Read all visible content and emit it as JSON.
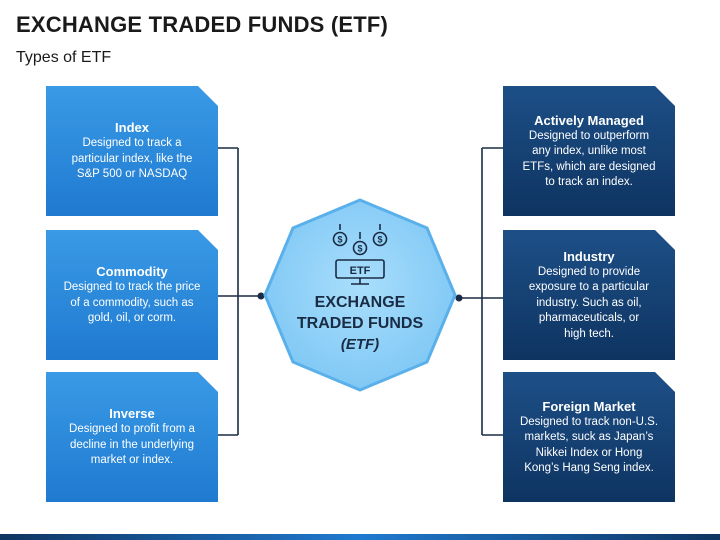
{
  "title": "EXCHANGE TRADED FUNDS (ETF)",
  "subtitle": "Types of ETF",
  "center": {
    "icon_label": "ETF",
    "line1": "EXCHANGE",
    "line2": "TRADED FUNDS",
    "line3": "(ETF)",
    "icon": "money-monitor-icon"
  },
  "left_cards": [
    {
      "title": "Index",
      "desc": [
        "Designed to track a",
        "particular index, like the",
        "S&P 500 or NASDAQ"
      ]
    },
    {
      "title": "Commodity",
      "desc": [
        "Designed to track the price",
        "of a commodity, such as",
        "gold, oil, or corm."
      ]
    },
    {
      "title": "Inverse",
      "desc": [
        "Designed to profit from a",
        "decline in the underlying",
        "market or index."
      ]
    }
  ],
  "right_cards": [
    {
      "title": "Actively Managed",
      "desc": [
        "Designed to outperform",
        "any index, unlike most",
        "ETFs, which are designed",
        "to track an index."
      ]
    },
    {
      "title": "Industry",
      "desc": [
        "Designed to provide",
        "exposure to a particular",
        "industry. Such as oil,",
        "pharmaceuticals, or",
        "high tech."
      ]
    },
    {
      "title": "Foreign Market",
      "desc": [
        "Designed to track non-U.S.",
        "markets, suck as Japan’s",
        "Nikkei Index or Hong",
        "Kong’s Hang Seng index."
      ]
    }
  ],
  "colors": {
    "left_card": "#2a8ae0",
    "right_card": "#15406f",
    "center_fill": "#8fd0f8",
    "center_border": "#5ab0ea",
    "connector": "#1a2c44"
  }
}
